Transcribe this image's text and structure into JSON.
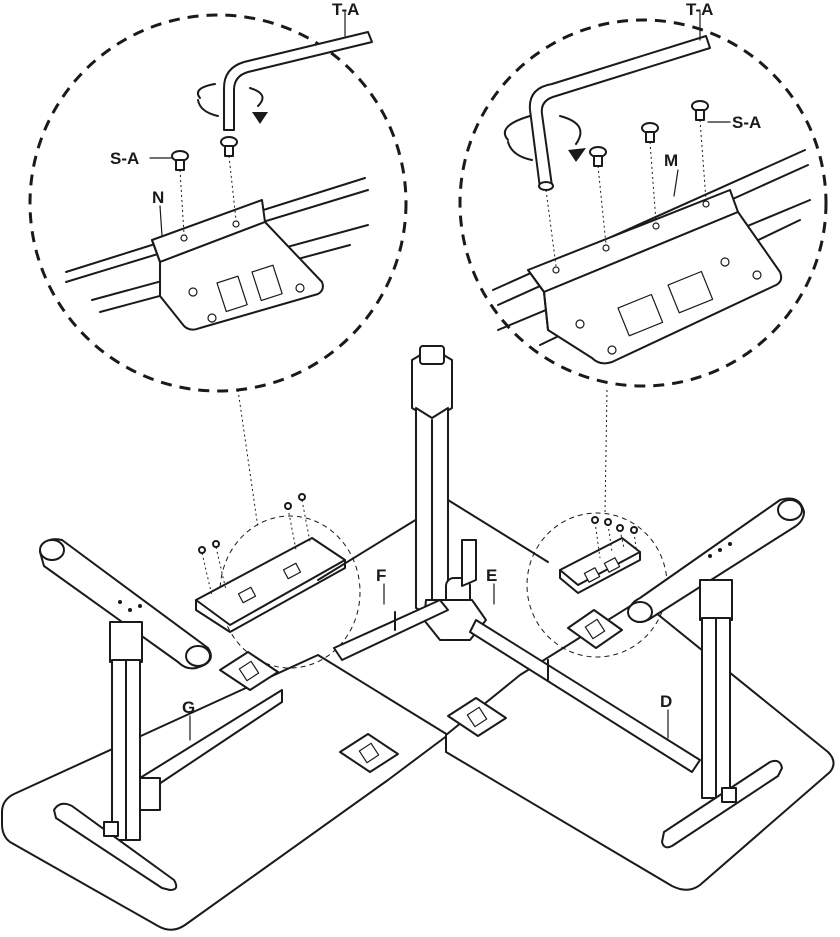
{
  "labels": {
    "tool_left": "T-A",
    "tool_right": "T-A",
    "screw_left": "S-A",
    "screw_right": "S-A",
    "bracket_left": "N",
    "bracket_right": "M",
    "beam_f": "F",
    "beam_e": "E",
    "beam_g": "G",
    "beam_d": "D"
  }
}
